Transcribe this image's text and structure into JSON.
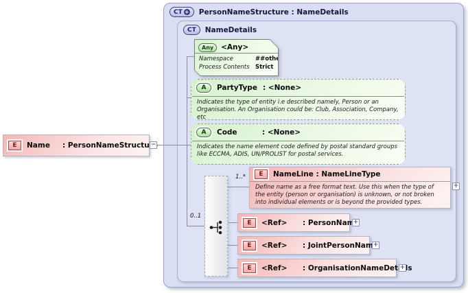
{
  "element": {
    "badge": "E",
    "name": "Name",
    "type": ": PersonNameStructure",
    "collapse_glyph": "−"
  },
  "outer": {
    "badge": "CT",
    "badge_plus": "+",
    "title": "PersonNameStructure : NameDetails"
  },
  "inner": {
    "badge": "CT",
    "title": "NameDetails"
  },
  "any_box": {
    "badge": "Any",
    "title": "<Any>",
    "rows": [
      {
        "label": "Namespace",
        "value": "##other"
      },
      {
        "label": "Process Contents",
        "value": "Strict"
      }
    ]
  },
  "attributes": [
    {
      "badge": "A",
      "name": "PartyType",
      "type": ": <None>",
      "desc": "Indicates the type of entity i.e described namely, Person or an Organisation. An Organisation could be: Club, Association, Company, etc"
    },
    {
      "badge": "A",
      "name": "Code",
      "type": ": <None>",
      "desc": "Indicates the name element code defined by postal standard groups like ECCMA, ADIS, UN/PROLIST for postal services."
    }
  ],
  "choice": {
    "cardinality": "0..1",
    "icon": "choice-compositor"
  },
  "nameline": {
    "badge": "E",
    "title": "NameLine : NameLineType",
    "cardinality": "1..*",
    "desc": "Define name as a free format text. Use this when the type of the entity (person or organisation) is unknown, or not broken into individual elements or is beyond the provided types.",
    "expand_glyph": "+"
  },
  "refs": [
    {
      "badge": "E",
      "name": "<Ref>",
      "type": ": PersonName",
      "expand_glyph": "+"
    },
    {
      "badge": "E",
      "name": "<Ref>",
      "type": ": JointPersonName",
      "expand_glyph": "+"
    },
    {
      "badge": "E",
      "name": "<Ref>",
      "type": ": OrganisationNameDetails",
      "expand_glyph": "+"
    }
  ],
  "colors": {
    "container_fill": "#d9def2",
    "container_border": "#9aa3cb",
    "green_box_fill": "#d5f1cd",
    "pink_box_fill": "#f5b6b6",
    "element_badge_border": "#a04848",
    "connector": "#8b8b9d"
  }
}
